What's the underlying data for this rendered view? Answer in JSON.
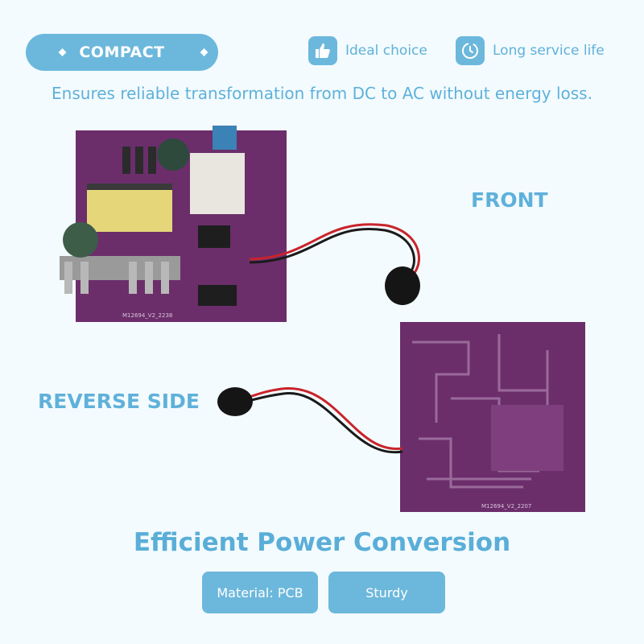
{
  "header": {
    "compact_label": "COMPACT",
    "features": [
      {
        "label": "Ideal choice",
        "icon": "thumbs-up-icon"
      },
      {
        "label": "Long service life",
        "icon": "clock-icon"
      }
    ]
  },
  "tagline": "Ensures reliable transformation from DC to AC without energy loss.",
  "labels": {
    "front": "FRONT",
    "reverse": "REVERSE SIDE"
  },
  "boards": {
    "front_marking": "M12694_V2_2238",
    "back_marking": "M12694_V2_2207"
  },
  "headline": "Efficient Power Conversion",
  "buttons": [
    "Material: PCB",
    "Sturdy"
  ],
  "colors": {
    "accent": "#6cb8dc",
    "text_accent": "#5fb1da",
    "board": "#6b2e6b"
  }
}
